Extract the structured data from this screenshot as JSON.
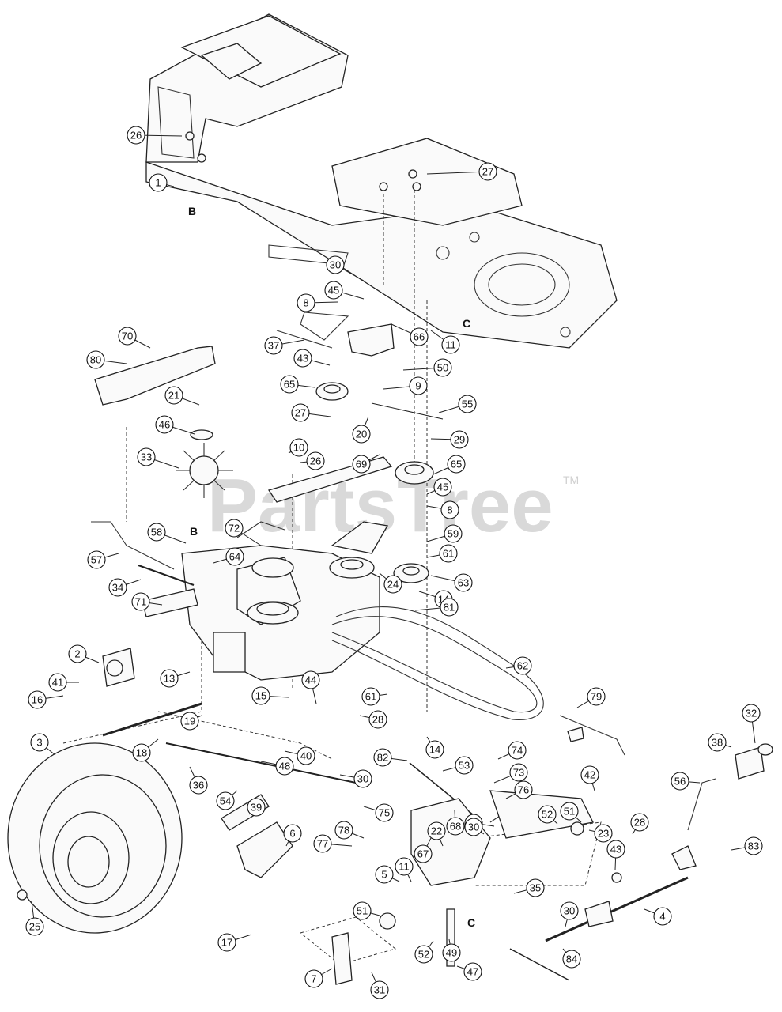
{
  "watermark": {
    "text": "PartsTree",
    "trademark": "TM"
  },
  "reference_letters": [
    "B",
    "B",
    "C",
    "C"
  ],
  "callouts": [
    {
      "label": "1"
    },
    {
      "label": "26"
    },
    {
      "label": "27"
    },
    {
      "label": "30"
    },
    {
      "label": "45"
    },
    {
      "label": "8"
    },
    {
      "label": "11"
    },
    {
      "label": "37"
    },
    {
      "label": "66"
    },
    {
      "label": "43"
    },
    {
      "label": "50"
    },
    {
      "label": "70"
    },
    {
      "label": "80"
    },
    {
      "label": "65"
    },
    {
      "label": "9"
    },
    {
      "label": "21"
    },
    {
      "label": "27"
    },
    {
      "label": "55"
    },
    {
      "label": "46"
    },
    {
      "label": "20"
    },
    {
      "label": "29"
    },
    {
      "label": "10"
    },
    {
      "label": "26"
    },
    {
      "label": "33"
    },
    {
      "label": "69"
    },
    {
      "label": "65"
    },
    {
      "label": "45"
    },
    {
      "label": "8"
    },
    {
      "label": "58"
    },
    {
      "label": "72"
    },
    {
      "label": "59"
    },
    {
      "label": "57"
    },
    {
      "label": "64"
    },
    {
      "label": "61"
    },
    {
      "label": "63"
    },
    {
      "label": "34"
    },
    {
      "label": "14"
    },
    {
      "label": "24"
    },
    {
      "label": "71"
    },
    {
      "label": "2"
    },
    {
      "label": "81"
    },
    {
      "label": "41"
    },
    {
      "label": "13"
    },
    {
      "label": "62"
    },
    {
      "label": "16"
    },
    {
      "label": "15"
    },
    {
      "label": "44"
    },
    {
      "label": "61"
    },
    {
      "label": "79"
    },
    {
      "label": "19"
    },
    {
      "label": "28"
    },
    {
      "label": "14"
    },
    {
      "label": "18"
    },
    {
      "label": "40"
    },
    {
      "label": "32"
    },
    {
      "label": "3"
    },
    {
      "label": "48"
    },
    {
      "label": "74"
    },
    {
      "label": "38"
    },
    {
      "label": "82"
    },
    {
      "label": "53"
    },
    {
      "label": "73"
    },
    {
      "label": "36"
    },
    {
      "label": "54"
    },
    {
      "label": "30"
    },
    {
      "label": "42"
    },
    {
      "label": "56"
    },
    {
      "label": "76"
    },
    {
      "label": "51"
    },
    {
      "label": "75"
    },
    {
      "label": "83"
    },
    {
      "label": "39"
    },
    {
      "label": "52"
    },
    {
      "label": "30"
    },
    {
      "label": "6"
    },
    {
      "label": "78"
    },
    {
      "label": "23"
    },
    {
      "label": "77"
    },
    {
      "label": "22"
    },
    {
      "label": "68"
    },
    {
      "label": "30"
    },
    {
      "label": "28"
    },
    {
      "label": "43"
    },
    {
      "label": "11"
    },
    {
      "label": "67"
    },
    {
      "label": "35"
    },
    {
      "label": "25"
    },
    {
      "label": "5"
    },
    {
      "label": "4"
    },
    {
      "label": "51"
    },
    {
      "label": "30"
    },
    {
      "label": "17"
    },
    {
      "label": "52"
    },
    {
      "label": "49"
    },
    {
      "label": "84"
    },
    {
      "label": "7"
    },
    {
      "label": "47"
    },
    {
      "label": "31"
    }
  ]
}
